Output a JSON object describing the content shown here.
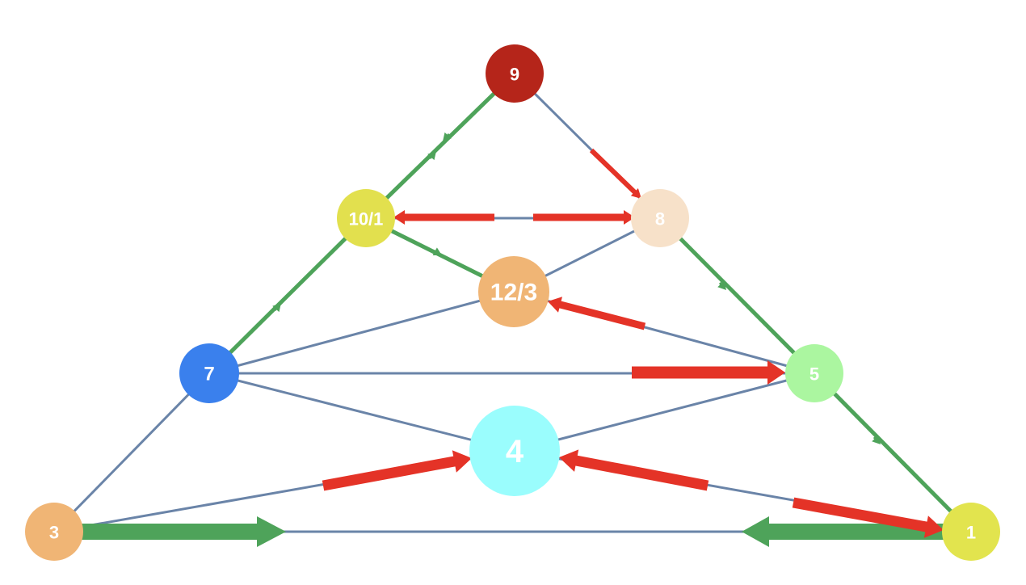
{
  "colors": {
    "edge": "#6a84a8",
    "green": "#4ea35a",
    "red": "#e43327"
  },
  "nodes": [
    {
      "id": "n9",
      "label": "9",
      "color": "#b5251a"
    },
    {
      "id": "n10",
      "label": "10/1",
      "color": "#e2e04e"
    },
    {
      "id": "n8",
      "label": "8",
      "color": "#f7e1c9"
    },
    {
      "id": "n12",
      "label": "12/3",
      "color": "#f0b575"
    },
    {
      "id": "n7",
      "label": "7",
      "color": "#3a80ed"
    },
    {
      "id": "n5",
      "label": "5",
      "color": "#abf6a0"
    },
    {
      "id": "n4",
      "label": "4",
      "color": "#9afdfd"
    },
    {
      "id": "n3",
      "label": "3",
      "color": "#f0b575"
    },
    {
      "id": "n1",
      "label": "1",
      "color": "#e2e44e"
    }
  ],
  "edges": [
    [
      "n9",
      "n10"
    ],
    [
      "n9",
      "n8"
    ],
    [
      "n10",
      "n8"
    ],
    [
      "n10",
      "n12"
    ],
    [
      "n8",
      "n12"
    ],
    [
      "n10",
      "n7"
    ],
    [
      "n8",
      "n5"
    ],
    [
      "n12",
      "n7"
    ],
    [
      "n12",
      "n5"
    ],
    [
      "n7",
      "n5"
    ],
    [
      "n7",
      "n4"
    ],
    [
      "n5",
      "n4"
    ],
    [
      "n7",
      "n3"
    ],
    [
      "n5",
      "n1"
    ],
    [
      "n3",
      "n4"
    ],
    [
      "n1",
      "n4"
    ],
    [
      "n3",
      "n1"
    ]
  ]
}
